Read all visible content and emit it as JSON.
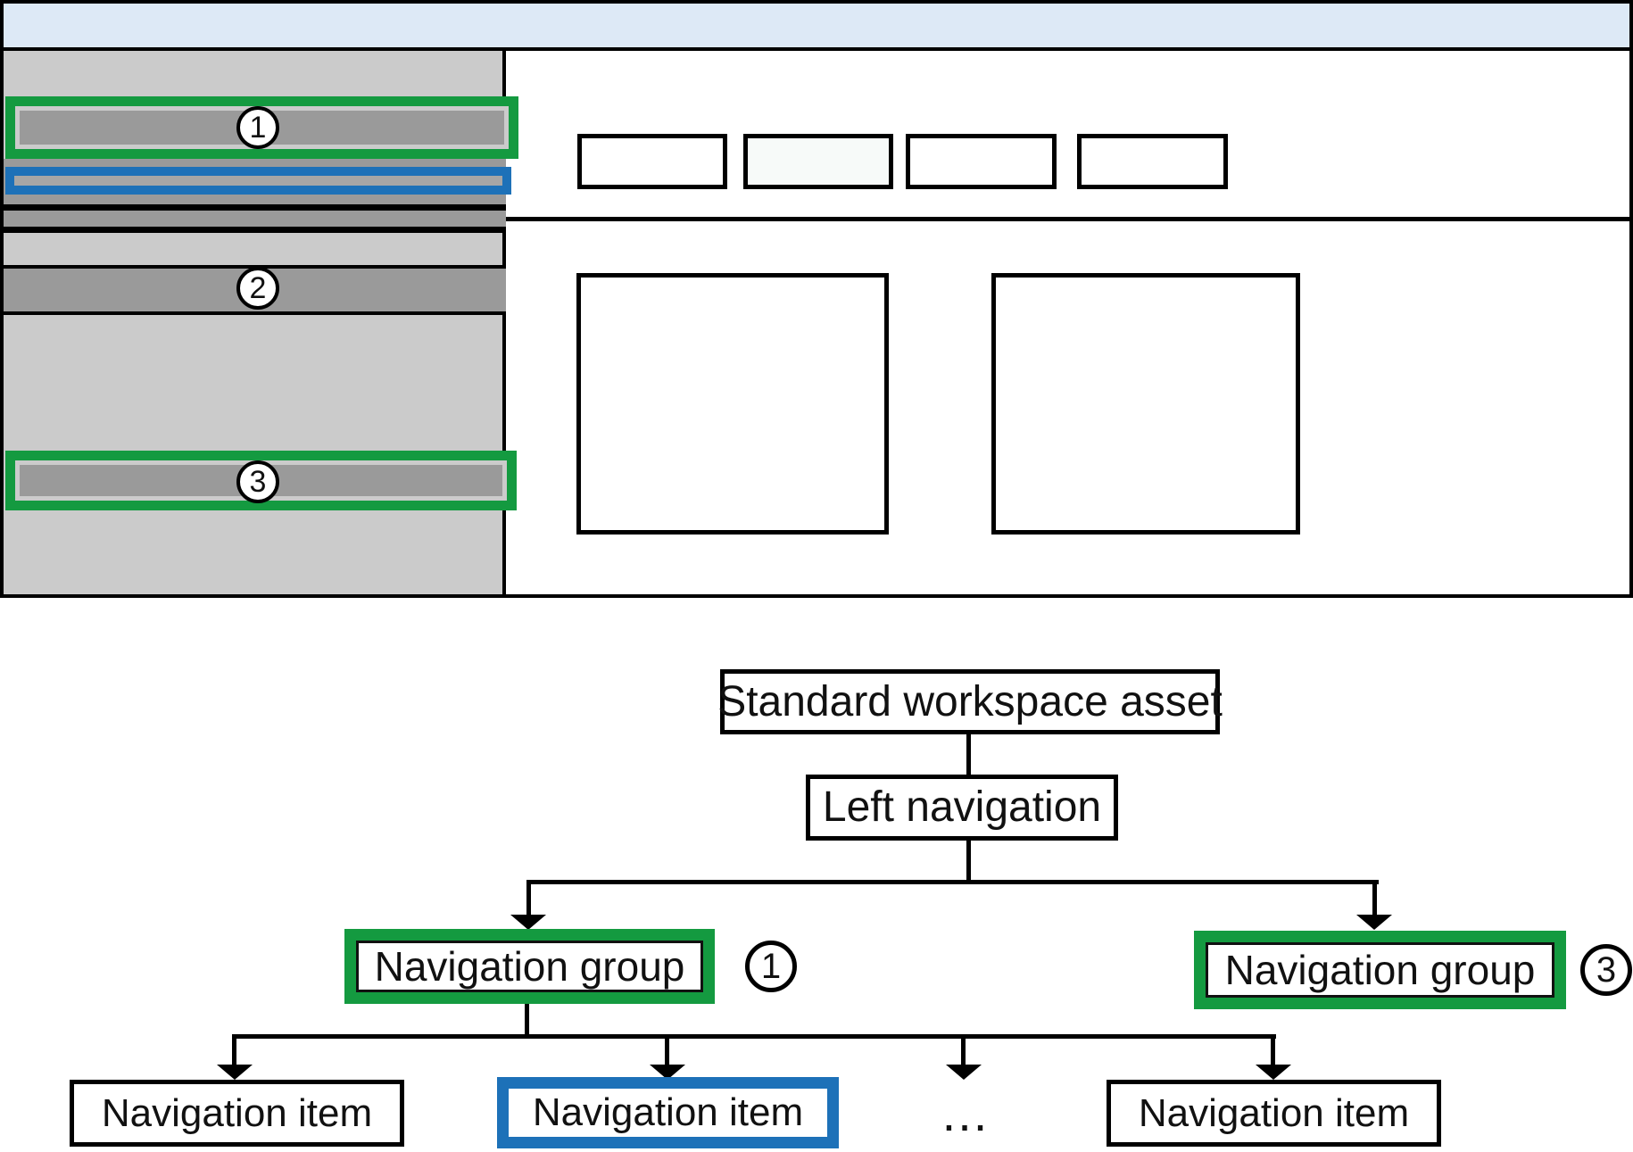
{
  "wireframe": {
    "badges": [
      "1",
      "2",
      "3"
    ]
  },
  "tree": {
    "root_label": "Standard workspace asset",
    "nav_label": "Left navigation",
    "group1": {
      "label": "Navigation group",
      "badge": "1"
    },
    "group2": {
      "label": "Navigation group",
      "badge": "3"
    },
    "item1": {
      "label": "Navigation item"
    },
    "item2": {
      "label": "Navigation item"
    },
    "ellipsis": "...",
    "item3": {
      "label": "Navigation item"
    }
  },
  "colors": {
    "green": "#149a40",
    "blue": "#1d71b8",
    "header_blue": "#dde9f6",
    "sidebar_gray": "#cbcbcb",
    "bar_gray": "#9a9a9a",
    "highlight_bar_gray": "#a6a6a6",
    "panel_tint": "#f7faf9"
  }
}
